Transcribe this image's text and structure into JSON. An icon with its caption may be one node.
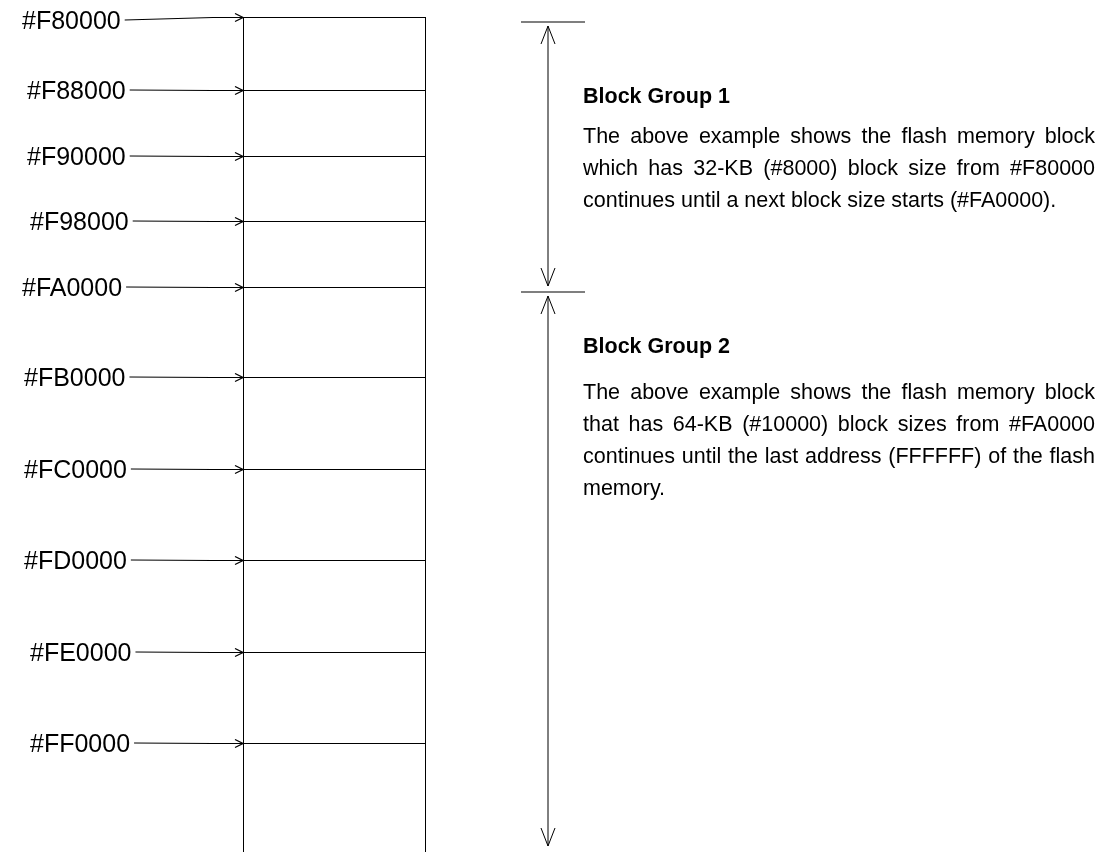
{
  "diagram": {
    "nodes": [
      {
        "text": [],
        "shape": "box"
      },
      {
        "text": [],
        "shape": "box"
      },
      {
        "text": [],
        "shape": "box"
      },
      {
        "text": [],
        "shape": "box"
      },
      {
        "text": [],
        "shape": "box"
      },
      {
        "text": [],
        "shape": "box"
      },
      {
        "text": [],
        "shape": "box"
      },
      {
        "text": [],
        "shape": "box"
      },
      {
        "text": [],
        "shape": "box"
      },
      {
        "text": [],
        "shape": "box"
      },
      {
        "text": [
          "#F80000"
        ]
      },
      {
        "text": [
          "#F88000"
        ]
      },
      {
        "text": [
          "#F90000"
        ]
      },
      {
        "text": [
          "#F98000"
        ]
      },
      {
        "text": [
          "#FA0000"
        ]
      },
      {
        "text": [
          "#FB0000"
        ]
      },
      {
        "text": [
          "#FC0000"
        ]
      },
      {
        "text": [
          "#FD0000"
        ]
      },
      {
        "text": [
          "#FE0000"
        ]
      },
      {
        "text": [
          "#FF0000"
        ]
      }
    ],
    "edges": [
      {
        "from": 10,
        "to": 0,
        "arrow": "to"
      },
      {
        "from": 11,
        "to": 1,
        "arrow": "to"
      },
      {
        "from": 12,
        "to": 2,
        "arrow": "to"
      },
      {
        "from": 13,
        "to": 3,
        "arrow": "to"
      },
      {
        "from": 14,
        "to": 4,
        "arrow": "to"
      },
      {
        "from": 15,
        "to": 5,
        "arrow": "to"
      },
      {
        "from": 16,
        "to": 6,
        "arrow": "to"
      },
      {
        "from": 17,
        "to": 7,
        "arrow": "to"
      },
      {
        "from": 18,
        "to": 8,
        "arrow": "to"
      },
      {
        "from": 19,
        "to": 9,
        "arrow": "to"
      }
    ],
    "labels": [
      "Block Group 1",
      "The above example shows the flash memory block which has 32-KB (#8000) block size from #F80000 continues until a next block size starts (#FA0000).",
      "Block Group 2",
      "The above example shows the flash memory block that has 64-KB (#10000) block sizes from #FA0000 continues until the last address (FFFFFF) of the flash memory."
    ]
  }
}
